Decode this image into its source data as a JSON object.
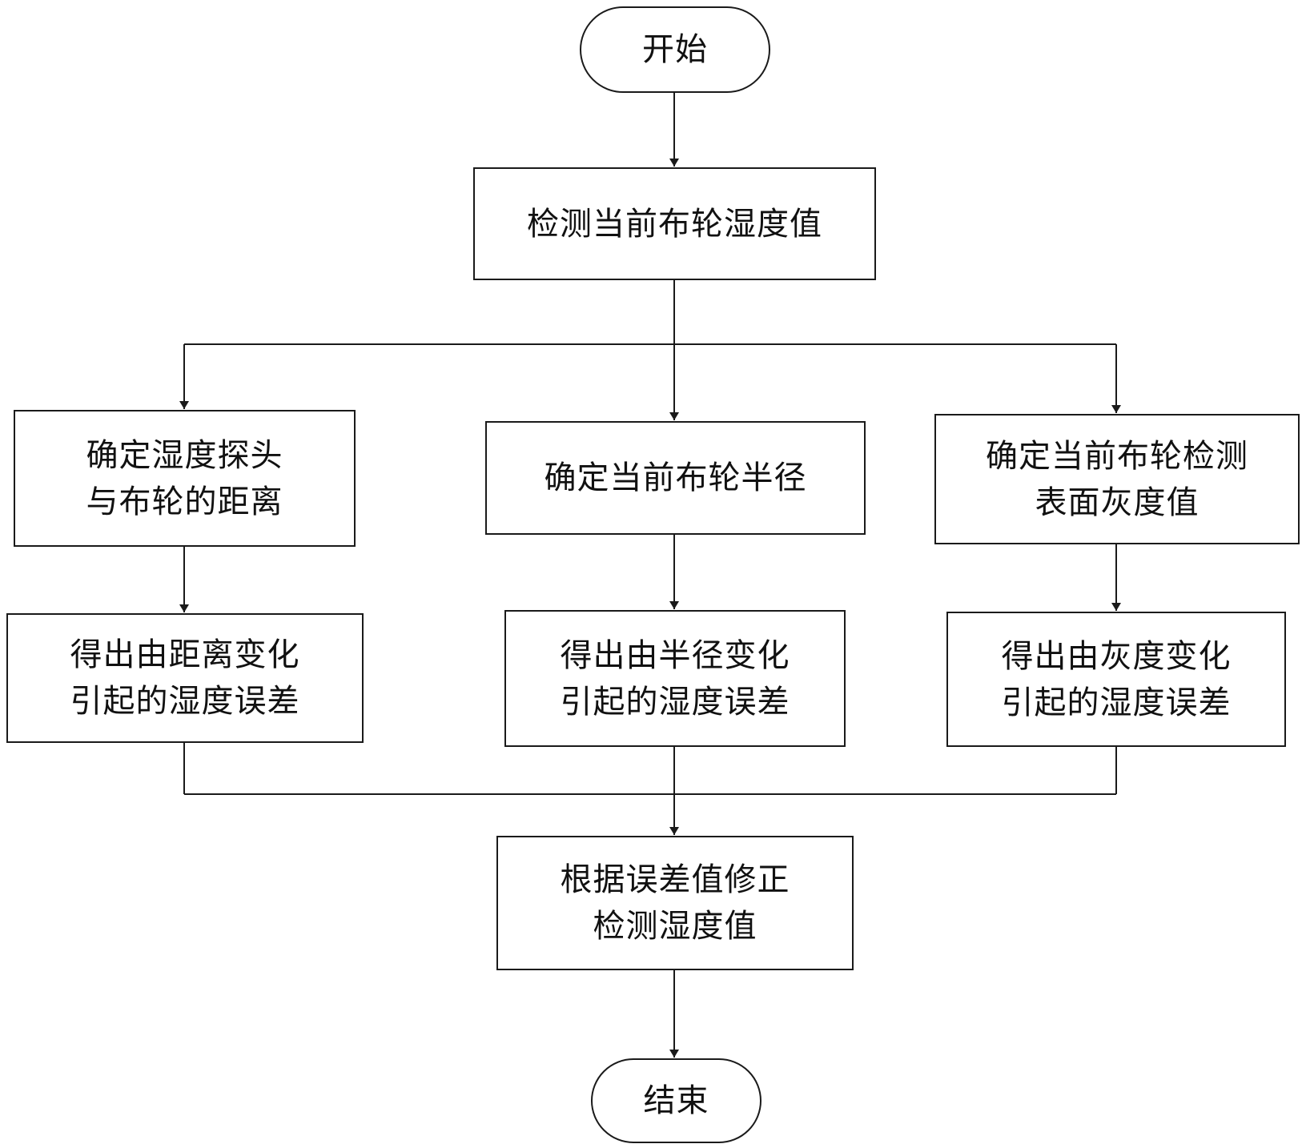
{
  "diagram": {
    "start": "开始",
    "detect": "检测当前布轮湿度值",
    "branch_left_step1": "确定湿度探头\n与布轮的距离",
    "branch_mid_step1": "确定当前布轮半径",
    "branch_right_step1": "确定当前布轮检测\n表面灰度值",
    "branch_left_step2": "得出由距离变化\n引起的湿度误差",
    "branch_mid_step2": "得出由半径变化\n引起的湿度误差",
    "branch_right_step2": "得出由灰度变化\n引起的湿度误差",
    "correct": "根据误差值修正\n检测湿度值",
    "end": "结束"
  },
  "colors": {
    "stroke": "#1a1a1a",
    "background": "#ffffff"
  }
}
